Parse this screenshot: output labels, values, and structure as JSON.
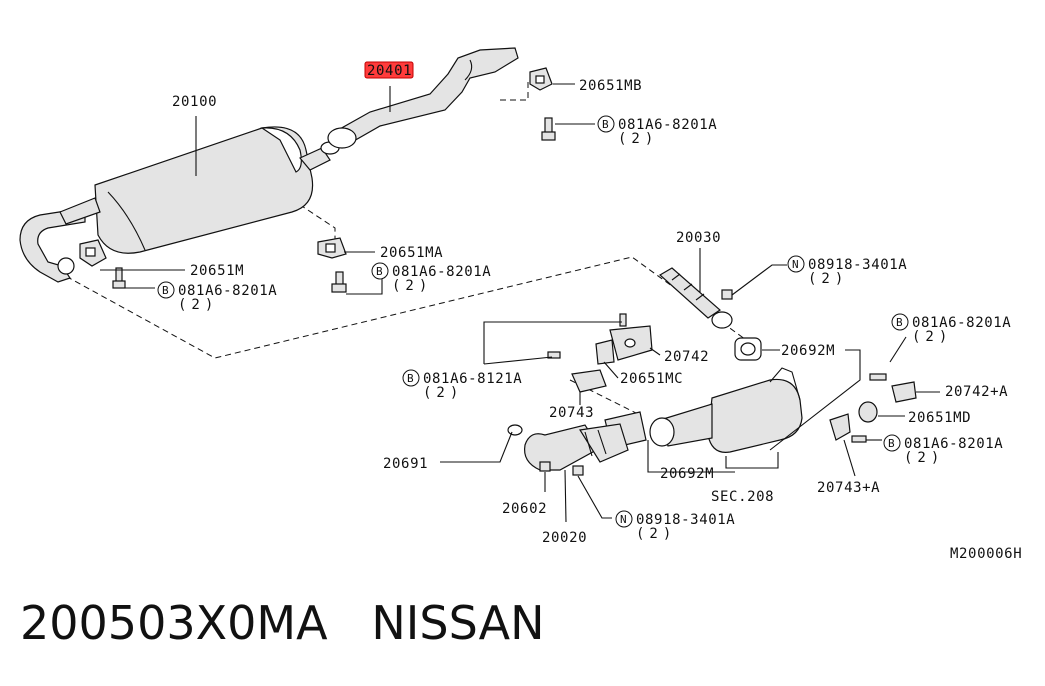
{
  "caption": "200503X0MA   NISSAN",
  "diagram_code": "M200006H",
  "highlight_color": "#ff3b3b",
  "labels": {
    "l20401": "20401",
    "l20100": "20100",
    "l20651MB": "20651MB",
    "b1": {
      "prefix": "B",
      "part": "081A6-8201A",
      "qty": "(2)"
    },
    "l20651MA": "20651MA",
    "b2": {
      "prefix": "B",
      "part": "081A6-8201A",
      "qty": "(2)"
    },
    "l20651M": "20651M",
    "b3": {
      "prefix": "B",
      "part": "081A6-8201A",
      "qty": "(2)"
    },
    "l20030": "20030",
    "n1": {
      "prefix": "N",
      "part": "08918-3401A",
      "qty": "(2)"
    },
    "b4": {
      "prefix": "B",
      "part": "081A6-8201A",
      "qty": "(2)"
    },
    "l20742": "20742",
    "l20692M_a": "20692M",
    "b5": {
      "prefix": "B",
      "part": "081A6-8121A",
      "qty": "(2)"
    },
    "l20651MC": "20651MC",
    "l20742A": "20742+A",
    "l20743": "20743",
    "l20651MD": "20651MD",
    "b6": {
      "prefix": "B",
      "part": "081A6-8201A",
      "qty": "(2)"
    },
    "l20691": "20691",
    "l20692M_b": "20692M",
    "l20743A": "20743+A",
    "sec": "SEC.208",
    "l20602": "20602",
    "n2": {
      "prefix": "N",
      "part": "08918-3401A",
      "qty": "(2)"
    },
    "l20020": "20020"
  }
}
